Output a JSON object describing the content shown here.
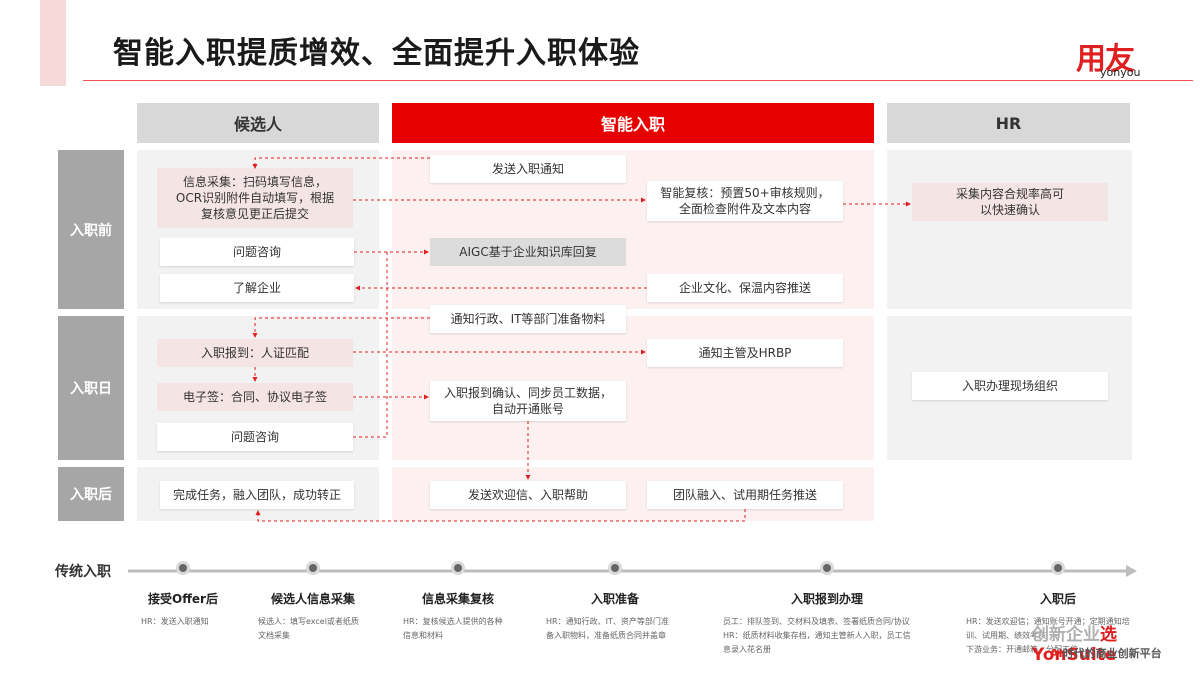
{
  "title": "智能入职提质增效、全面提升入职体验",
  "logo": {
    "main": "用友",
    "sub": "yonyou"
  },
  "columns": {
    "candidate": "候选人",
    "smart": "智能入职",
    "hr": "HR"
  },
  "phases": {
    "before": "入职前",
    "day": "入职日",
    "after": "入职后"
  },
  "before": {
    "candidate": {
      "info_collect": "信息采集：扫码填写信息，OCR识别附件自动填写，根据复核意见更正后提交",
      "question": "问题咨询",
      "learn": "了解企业"
    },
    "smart": {
      "send_notice": "发送入职通知",
      "smart_review": "智能复核：预置50+审核规则，全面检查附件及文本内容",
      "aigc": "AIGC基于企业知识库回复",
      "culture": "企业文化、保温内容推送",
      "notify_dept": "通知行政、IT等部门准备物料"
    },
    "hr": {
      "standard": "采集内容合规率高可以快速确认"
    }
  },
  "day": {
    "candidate": {
      "checkin": "入职报到：人证匹配",
      "esign": "电子签：合同、协议电子签",
      "question": "问题咨询"
    },
    "smart": {
      "notify_manager": "通知主管及HRBP",
      "confirm": "入职报到确认、同步员工数据，自动开通账号"
    },
    "hr": {
      "onsite": "入职办理现场组织"
    }
  },
  "after": {
    "candidate": {
      "tasks": "完成任务，融入团队，成功转正"
    },
    "smart": {
      "welcome": "发送欢迎信、入职帮助",
      "team": "团队融入、试用期任务推送"
    }
  },
  "timeline": {
    "label": "传统入职",
    "stages": [
      {
        "name": "接受Offer后",
        "desc": [
          "HR：发送入职通知"
        ]
      },
      {
        "name": "候选人信息采集",
        "desc": [
          "候选人：填写excel或者纸质",
          "文档采集"
        ]
      },
      {
        "name": "信息采集复核",
        "desc": [
          "HR：复核候选人提供的各种",
          "信息和材料"
        ]
      },
      {
        "name": "入职准备",
        "desc": [
          "HR：通知行政、IT、资产等部门准",
          "备入职物料，准备纸质合同并盖章"
        ]
      },
      {
        "name": "入职报到办理",
        "desc": [
          "员工：排队签到、交材料及填表、签署纸质合同/协议",
          "HR：纸质材料收集存档，通知主管新人入职，员工信",
          "息录入花名册"
        ]
      },
      {
        "name": "入职后",
        "desc": [
          "HR：发送欢迎信；通知账号开通；定期通知培",
          "训、试用期、绩效考核",
          "下游业务：开通邮箱、分配工位"
        ]
      }
    ]
  },
  "watermark": {
    "line1_a": "创新企业",
    "line1_b": "选YonSuite",
    "line2_a": "AI",
    "line2_b": "时代的商业创新平台"
  }
}
